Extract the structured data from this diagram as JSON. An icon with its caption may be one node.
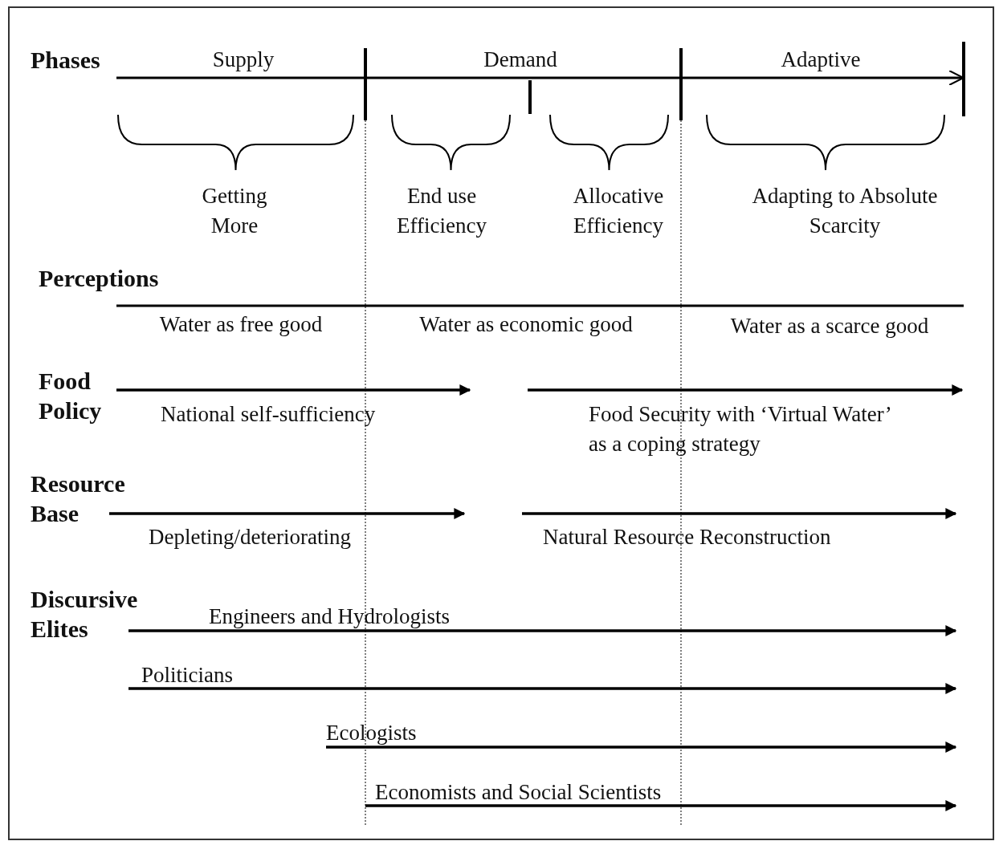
{
  "diagram": {
    "labels": [
      "Phases",
      "Supply",
      "Demand",
      "Adaptive",
      "Getting More",
      "End use Efficiency",
      "Allocative Efficiency",
      "Adapting to Absolute Scarcity",
      "Perceptions",
      "Water as free good",
      "Water as economic good",
      "Water as a scarce good",
      "Food Policy",
      "National self-sufficiency",
      "Food Security with ‘Virtual Water’ as a coping strategy",
      "Resource Base",
      "Depleting/deteriorating",
      "Natural Resource Reconstruction",
      "Discursive Elites",
      "Engineers and Hydrologists",
      "Politicians",
      "Ecologists",
      "Economists and Social Scientists"
    ]
  }
}
